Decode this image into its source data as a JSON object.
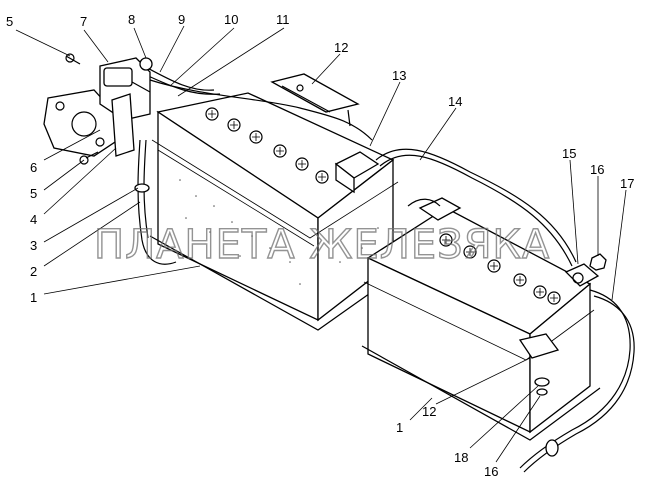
{
  "watermark": "ПЛАНЕТА ЖЕЛЕЗЯКА",
  "callouts": [
    "5",
    "7",
    "8",
    "9",
    "10",
    "11",
    "12",
    "13",
    "14",
    "15",
    "16",
    "17",
    "6",
    "5",
    "4",
    "3",
    "2",
    "1",
    "1",
    "12",
    "18",
    "16"
  ]
}
